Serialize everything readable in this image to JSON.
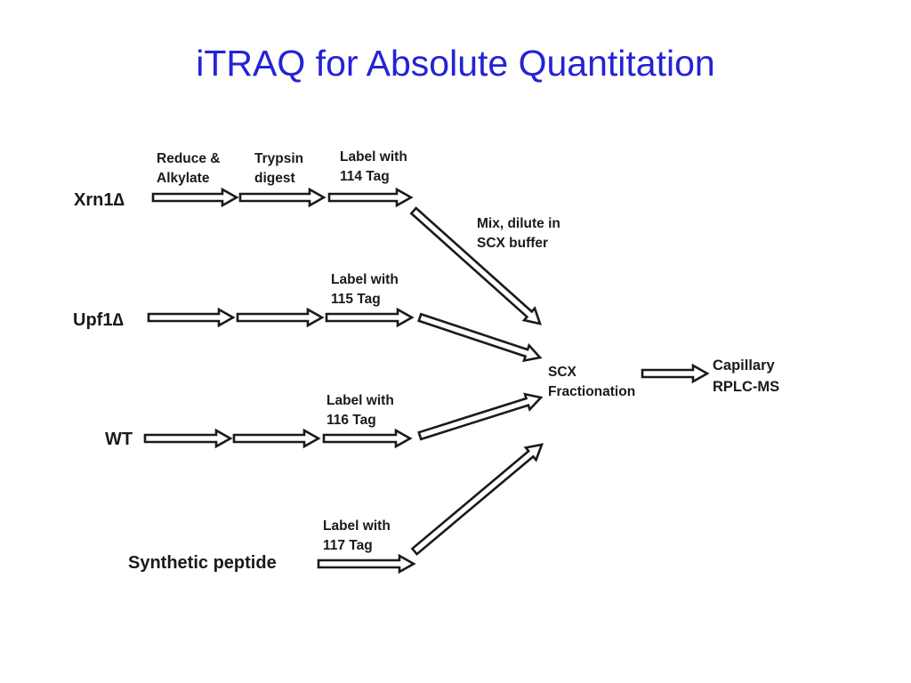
{
  "slide": {
    "title": "iTRAQ for Absolute Quantitation",
    "title_color": "#2323d6"
  },
  "diagram": {
    "samples": [
      {
        "name": "Xrn1",
        "suffix": "∆"
      },
      {
        "name": "Upf1",
        "suffix": "∆"
      },
      {
        "name": "WT",
        "suffix": ""
      },
      {
        "name": "Synthetic peptide",
        "suffix": ""
      }
    ],
    "steps": {
      "reduce": [
        "Reduce &",
        "Alkylate"
      ],
      "trypsin": [
        "Trypsin",
        "digest"
      ],
      "label_114": [
        "Label with",
        "114 Tag"
      ],
      "label_115": [
        "Label with",
        "115 Tag"
      ],
      "label_116": [
        "Label with",
        "116 Tag"
      ],
      "label_117": [
        "Label with",
        "117 Tag"
      ],
      "mix": [
        "Mix, dilute in",
        "SCX buffer"
      ],
      "scx": [
        "SCX",
        "Fractionation"
      ],
      "capillary": [
        "Capillary",
        "RPLC-MS"
      ]
    }
  }
}
